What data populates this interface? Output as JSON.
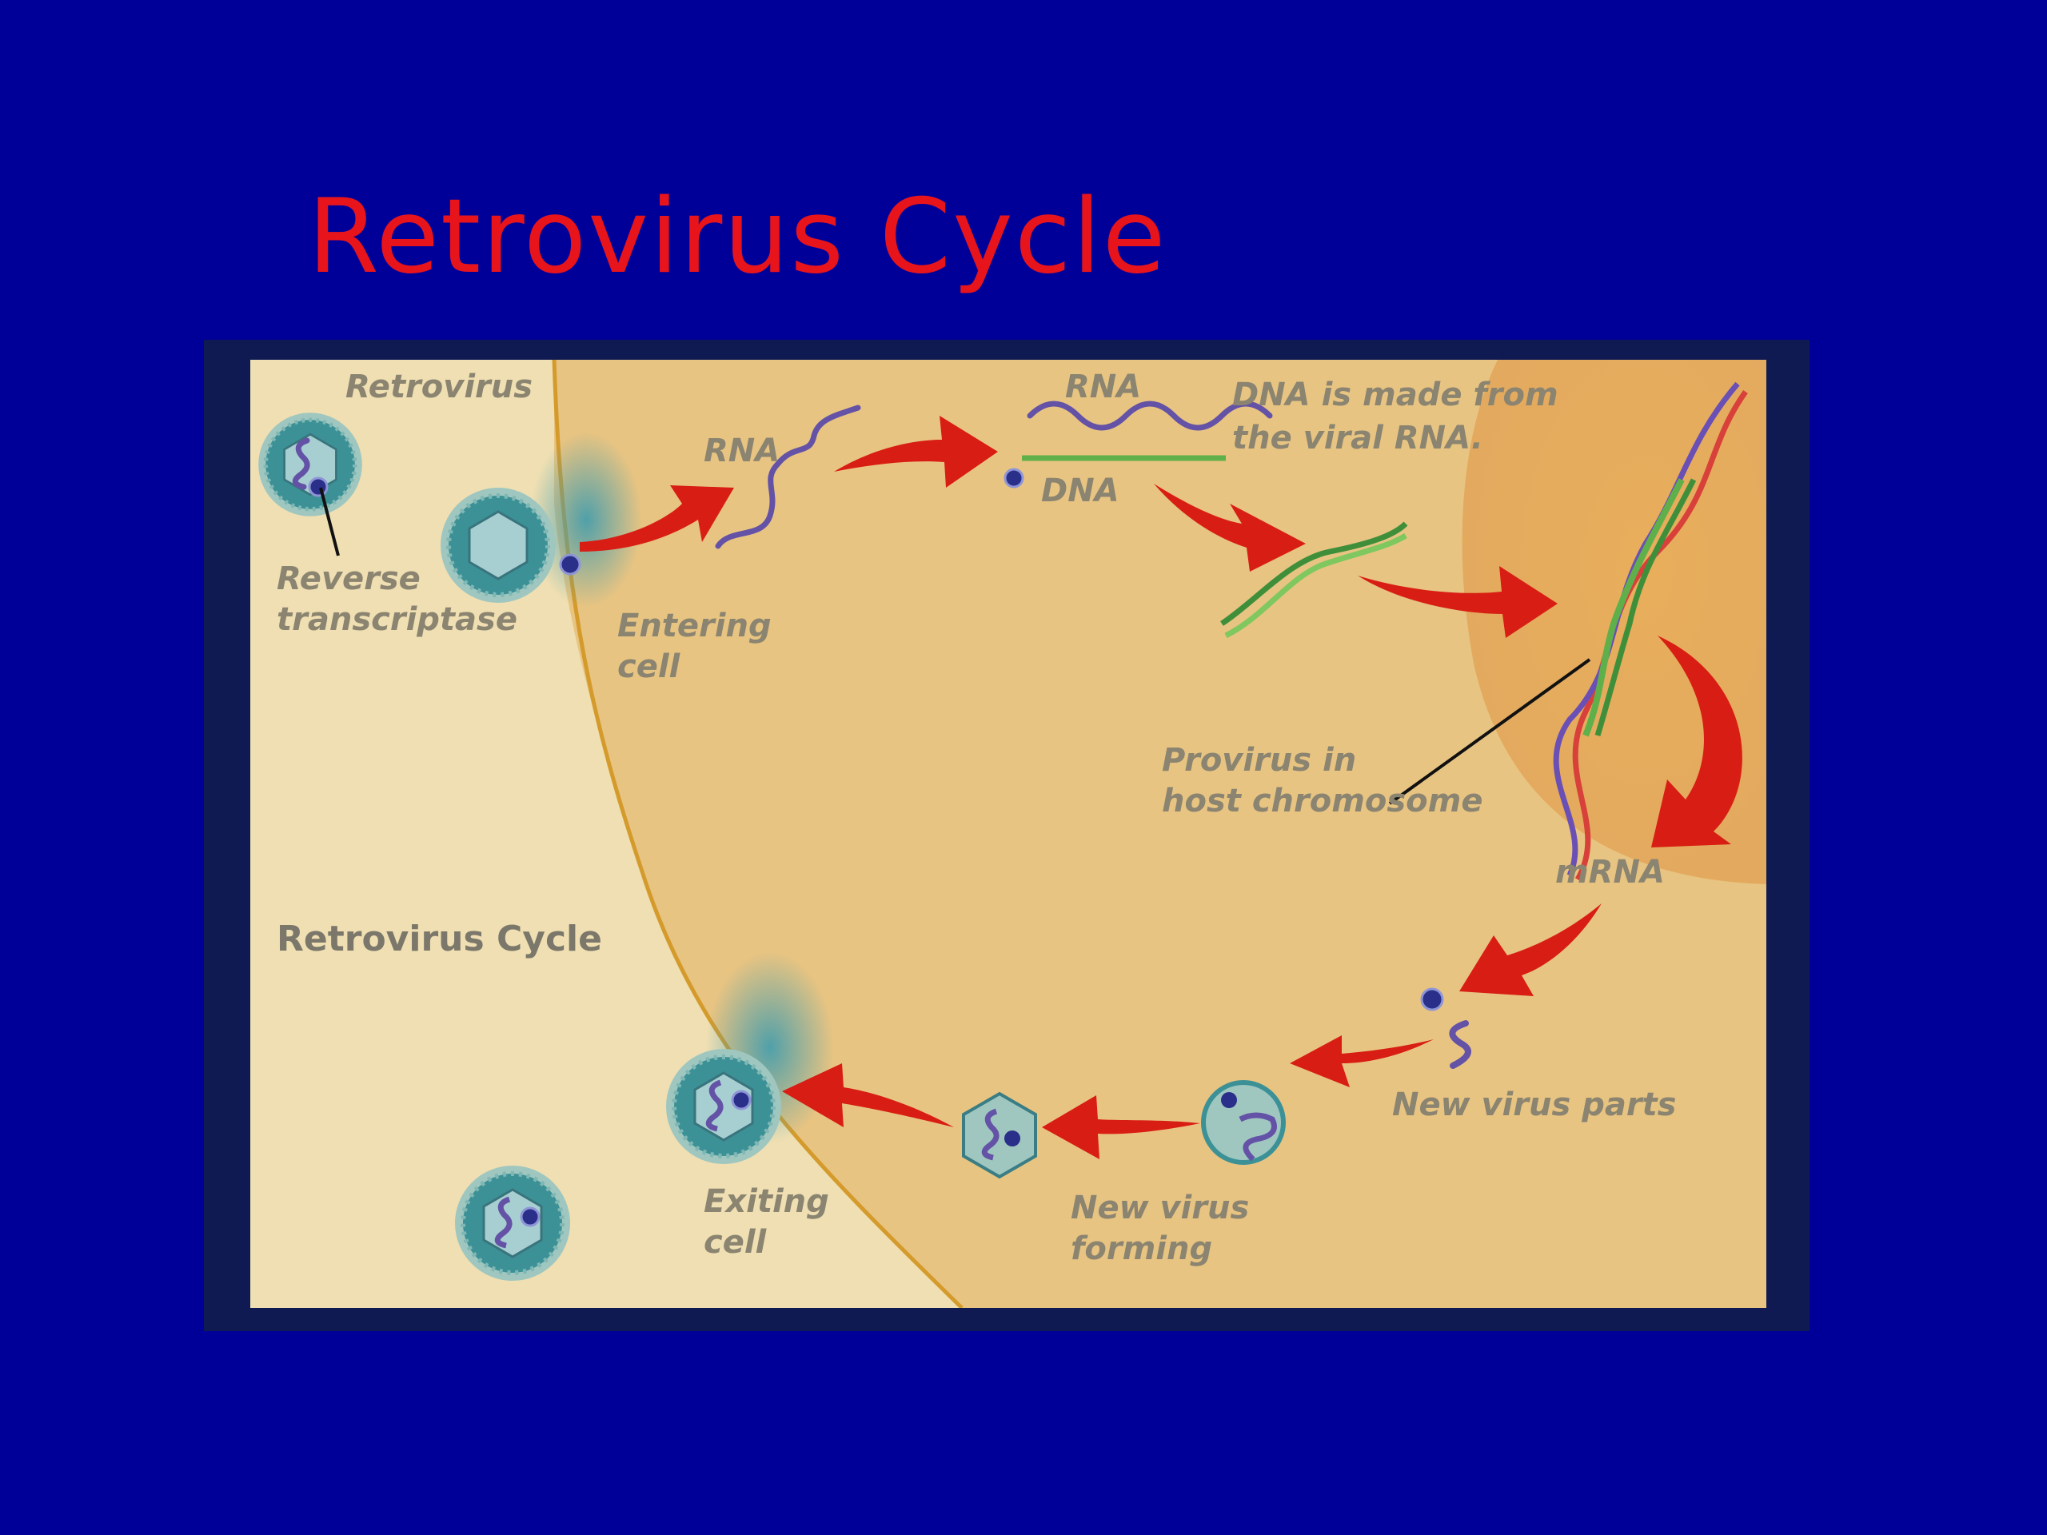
{
  "slide": {
    "title": "Retrovirus Cycle",
    "colors": {
      "background": "#000099",
      "title": "#e8141c",
      "arrow": "#d81e14"
    }
  },
  "diagram": {
    "caption": "Retrovirus Cycle",
    "labels": {
      "retrovirus": "Retrovirus",
      "reverse_transcriptase_1": "Reverse",
      "reverse_transcriptase_2": "transcriptase",
      "rna_1": "RNA",
      "entering_cell_1": "Entering",
      "entering_cell_2": "cell",
      "rna_2": "RNA",
      "dna": "DNA",
      "dna_made_1": "DNA is made from",
      "dna_made_2": "the viral RNA.",
      "provirus_1": "Provirus in",
      "provirus_2": "host chromosome",
      "mrna": "mRNA",
      "new_virus_parts": "New virus parts",
      "new_virus_forming_1": "New virus",
      "new_virus_forming_2": "forming",
      "exiting_cell_1": "Exiting",
      "exiting_cell_2": "cell"
    }
  }
}
